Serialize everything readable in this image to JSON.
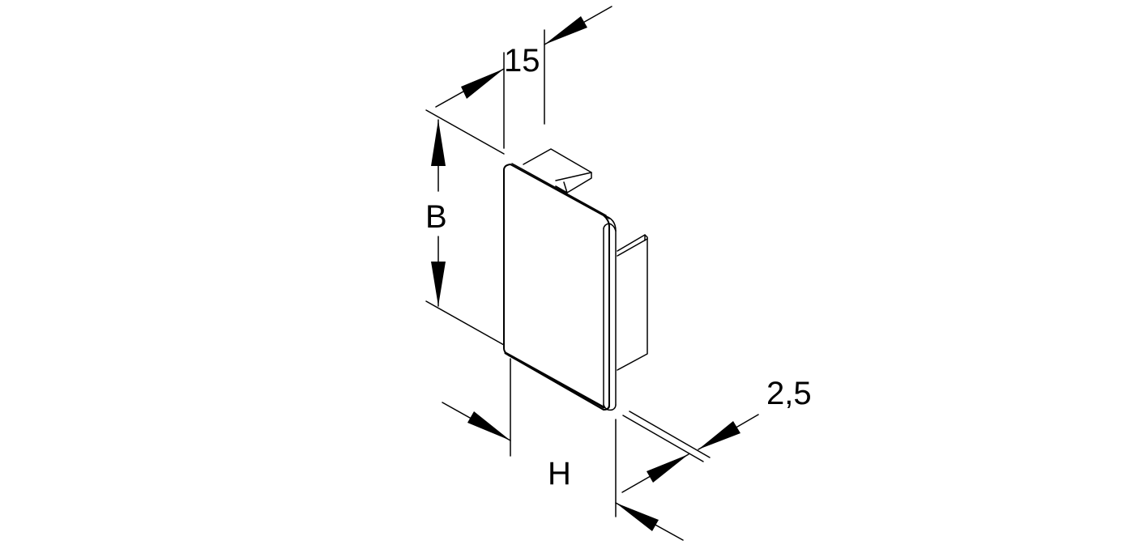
{
  "drawing": {
    "subject": "end cap",
    "background": "#ffffff",
    "line_color": "#000000",
    "dimensions": {
      "depth": {
        "label": "15"
      },
      "width": {
        "label": "B"
      },
      "height": {
        "label": "H"
      },
      "thickness": {
        "label": "2,5"
      }
    }
  }
}
